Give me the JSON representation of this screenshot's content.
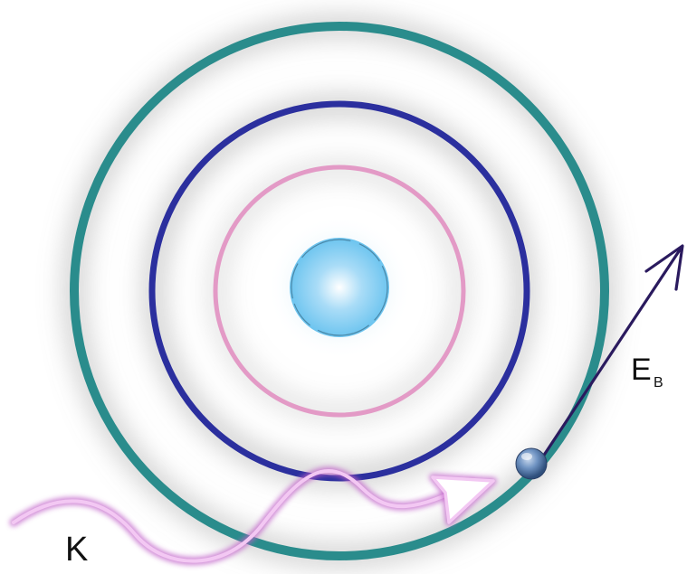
{
  "labels": {
    "photon": "K",
    "binding_energy_main": "E",
    "binding_energy_sub": "B"
  },
  "colors": {
    "background": "#ffffff",
    "orbit_outer": "#2a8c8c",
    "orbit_middle": "#2b2f9e",
    "orbit_inner": "#e39ac6",
    "nucleus_center": "#ffffff",
    "nucleus_edge": "#6cc4ef",
    "photon_wave": "#f3c8f3",
    "photon_glow": "#c060c8",
    "ejected_arrow": "#2a1a5e",
    "electron": "#5c82b0"
  },
  "icons": {
    "nucleus": "sphere",
    "electron": "sphere",
    "photon": "wavy-arrow",
    "ejection": "straight-arrow"
  }
}
